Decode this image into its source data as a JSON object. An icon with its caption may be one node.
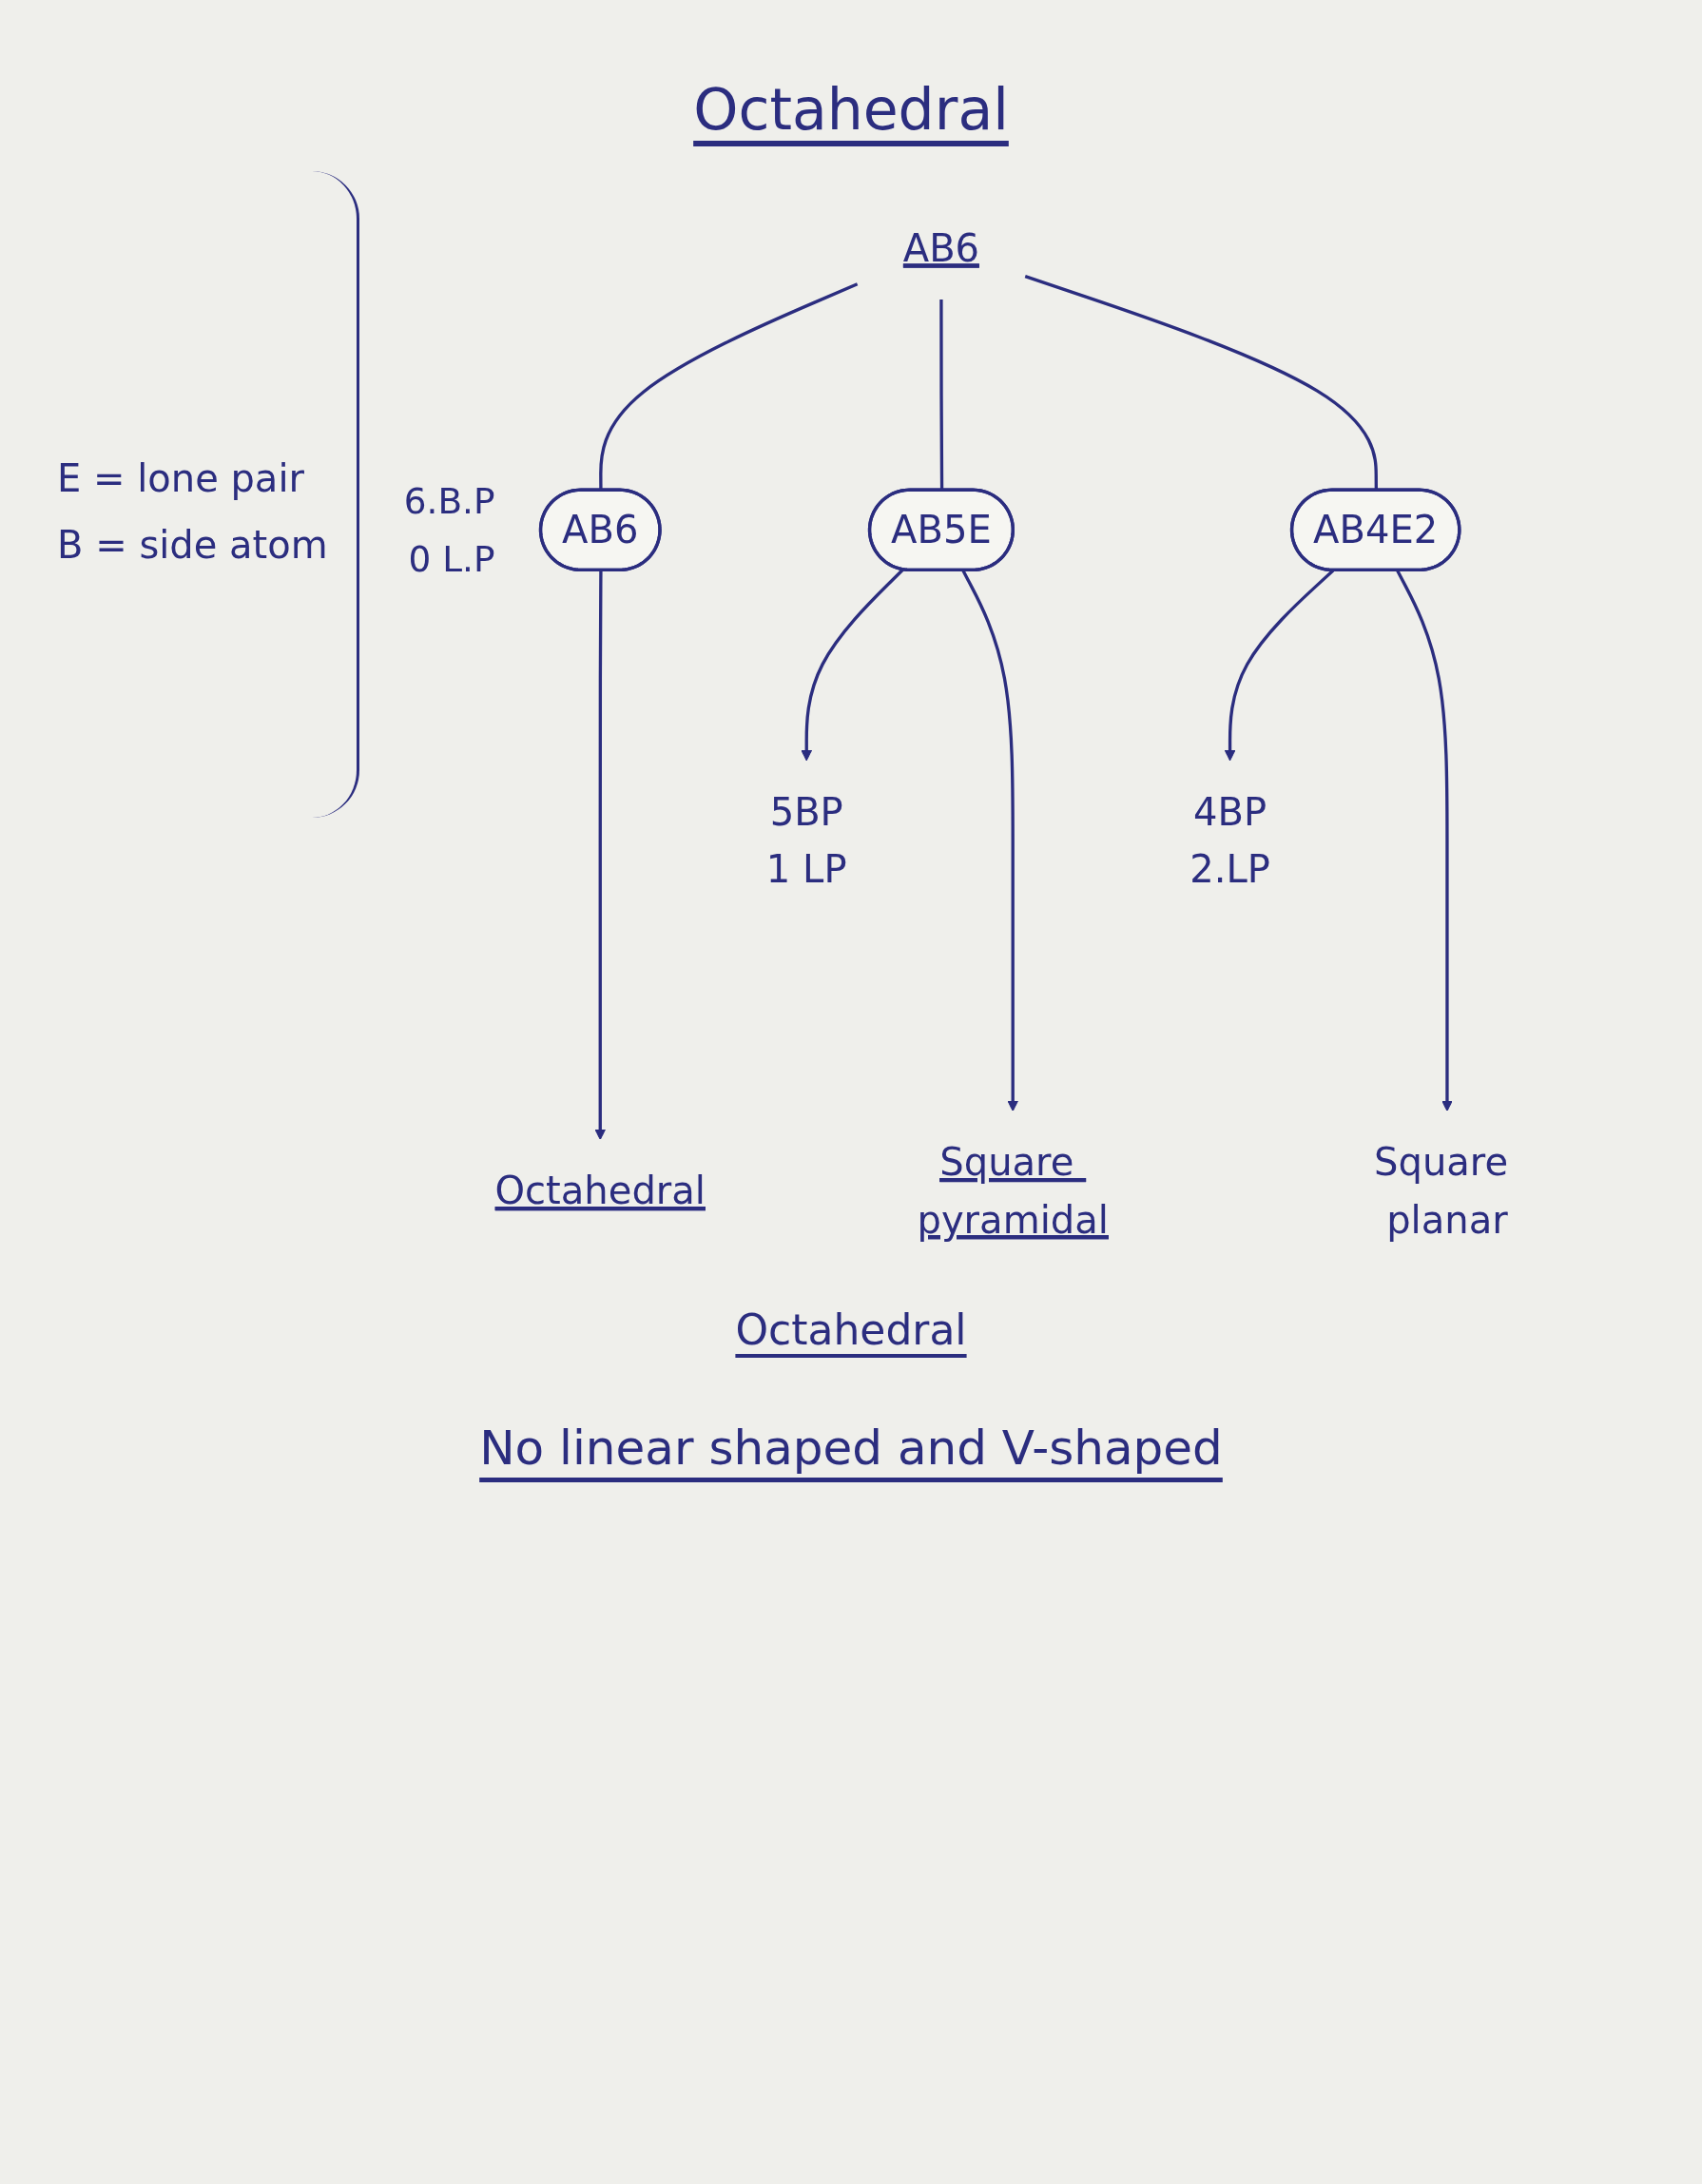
{
  "diagram": {
    "title": "Octahedral",
    "nodes": [
      {
        "text": [
          "AB6"
        ]
      },
      {
        "text": [
          "AB6"
        ],
        "beside": [
          "6.B.P",
          "0 L.P"
        ]
      },
      {
        "text": [
          "AB5E"
        ]
      },
      {
        "text": [
          "AB4E2"
        ]
      },
      {
        "text": [
          "5BP",
          "1 LP"
        ]
      },
      {
        "text": [
          "4BP",
          "2.LP"
        ]
      },
      {
        "text": [
          "Octahedral"
        ]
      },
      {
        "text": [
          "Square pyramidal"
        ]
      },
      {
        "text": [
          "Square planar"
        ]
      }
    ],
    "edges": [
      {
        "from": 0,
        "to": 1,
        "arrow": "none"
      },
      {
        "from": 0,
        "to": 2,
        "arrow": "none"
      },
      {
        "from": 0,
        "to": 3,
        "arrow": "none"
      },
      {
        "from": 2,
        "to": 4,
        "arrow": "to"
      },
      {
        "from": 3,
        "to": 5,
        "arrow": "to"
      },
      {
        "from": 1,
        "to": 6,
        "arrow": "to"
      },
      {
        "from": 2,
        "to": 7,
        "arrow": "to"
      },
      {
        "from": 3,
        "to": 8,
        "arrow": "to"
      }
    ],
    "labels": [
      "E = lone pair",
      "B = side atom",
      "Octahedral",
      "No linear shaped and V-shaped"
    ]
  }
}
